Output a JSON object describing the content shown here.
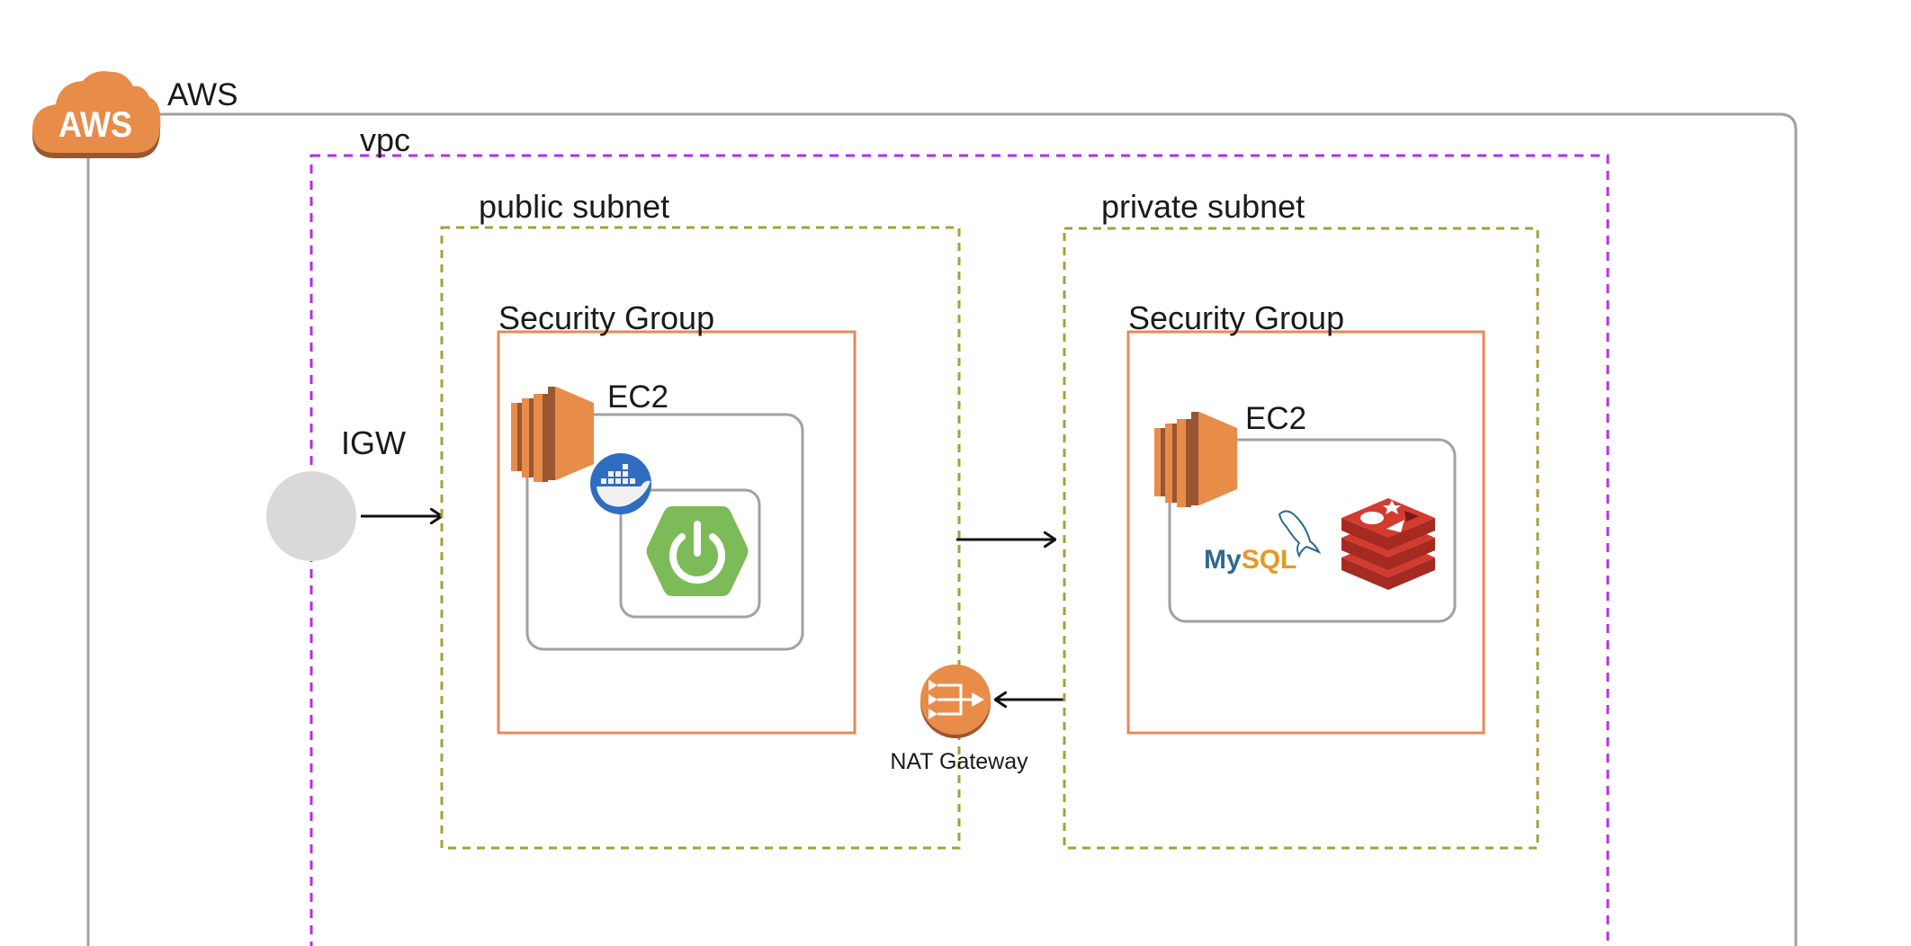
{
  "diagram": {
    "title": "AWS architecture",
    "aws": {
      "label": "AWS",
      "icon": "aws-cloud-icon",
      "icon_text": "AWS",
      "color": "#E88C4A"
    },
    "vpc": {
      "label": "vpc",
      "border_color": "#B72CF0"
    },
    "igw": {
      "label": "IGW",
      "fill": "#D9D9D9"
    },
    "public_subnet": {
      "label": "public subnet",
      "border_color": "#A6A039",
      "security_group": {
        "label": "Security Group",
        "border_color": "#E8885A",
        "ec2": {
          "label": "EC2",
          "icon": "ec2-instance-icon",
          "container": {
            "icon": "docker-icon",
            "app": {
              "icon": "spring-boot-icon"
            }
          }
        }
      }
    },
    "private_subnet": {
      "label": "private subnet",
      "border_color": "#A6A039",
      "security_group": {
        "label": "Security Group",
        "border_color": "#E8885A",
        "ec2": {
          "label": "EC2",
          "icon": "ec2-instance-icon",
          "services": [
            {
              "name": "MySQL",
              "icon": "mysql-icon",
              "text_my": "My",
              "text_sql": "SQL"
            },
            {
              "name": "Redis",
              "icon": "redis-icon"
            }
          ]
        }
      }
    },
    "nat_gateway": {
      "label": "NAT Gateway",
      "icon": "nat-gateway-icon"
    },
    "connections": [
      {
        "from": "IGW",
        "to": "public subnet"
      },
      {
        "from": "public subnet",
        "to": "private subnet"
      },
      {
        "from": "private subnet",
        "to": "NAT Gateway"
      }
    ]
  }
}
